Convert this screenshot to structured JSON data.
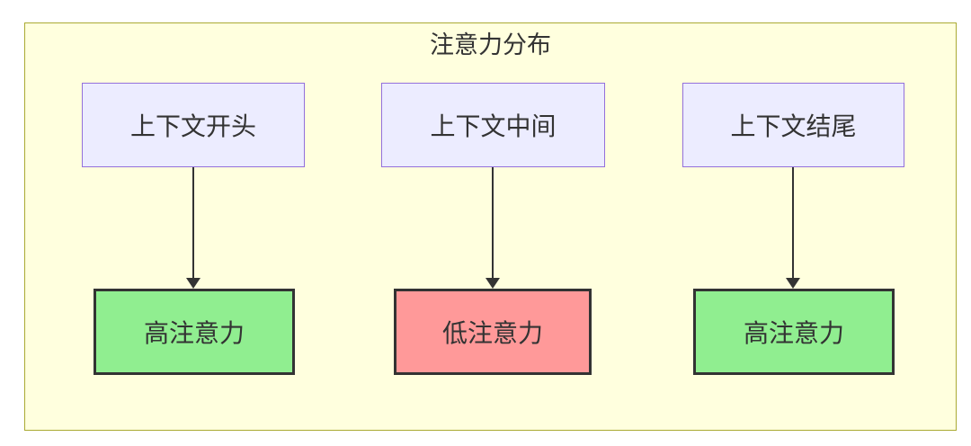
{
  "diagram": {
    "type": "flowchart",
    "title": "注意力分布",
    "columns": [
      {
        "source": "上下文开头",
        "target": "高注意力",
        "attention": "high"
      },
      {
        "source": "上下文中间",
        "target": "低注意力",
        "attention": "low"
      },
      {
        "source": "上下文结尾",
        "target": "高注意力",
        "attention": "high"
      }
    ],
    "edges": [
      {
        "from": "上下文开头",
        "to": "高注意力",
        "style": "arrow-down"
      },
      {
        "from": "上下文中间",
        "to": "低注意力",
        "style": "arrow-down"
      },
      {
        "from": "上下文结尾",
        "to": "高注意力",
        "style": "arrow-down"
      }
    ],
    "colors": {
      "cluster_fill": "#ffffde",
      "cluster_border": "#aaaa33",
      "source_fill": "#ECECFF",
      "source_border": "#9370DB",
      "high_attention_fill": "#90EE90",
      "low_attention_fill": "#FF9999",
      "target_border": "#333333",
      "arrow": "#333333",
      "text": "#333333",
      "page_background": "#ffffff"
    }
  }
}
